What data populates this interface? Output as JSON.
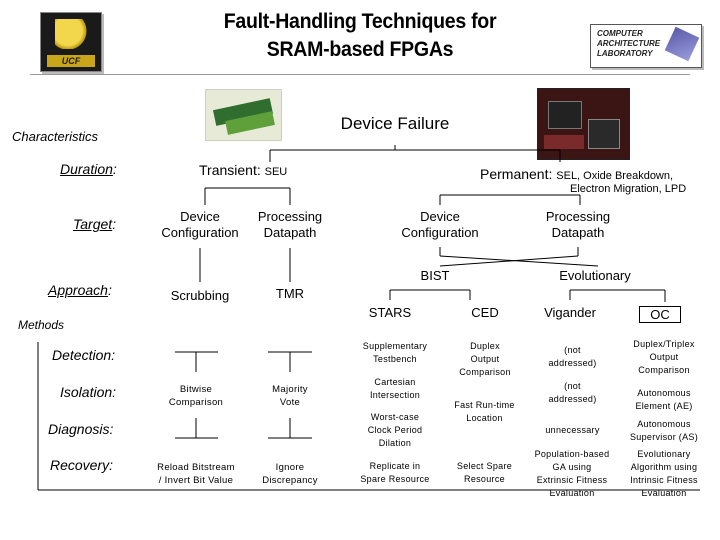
{
  "title": {
    "line1": "Fault-Handling Techniques for",
    "line2": "SRAM-based FPGAs"
  },
  "logos": {
    "left_text": "UCF",
    "right_line1": "COMPUTER",
    "right_line2": "ARCHITECTURE",
    "right_line3": "LABORATORY"
  },
  "device_failure": "Device Failure",
  "characteristics": {
    "heading": "Characteristics",
    "duration": "Duration",
    "target": "Target",
    "approach": "Approach",
    "colon": ":"
  },
  "transient": {
    "label": "Transient:",
    "detail": "SEU"
  },
  "permanent": {
    "label": "Permanent:",
    "detail1": "SEL, Oxide Breakdown,",
    "detail2": "Electron Migration, LPD"
  },
  "targets": {
    "t_device_1": "Device",
    "t_device_2": "Configuration",
    "t_proc_1": "Processing",
    "t_proc_2": "Datapath",
    "p_device_1": "Device",
    "p_device_2": "Configuration",
    "p_proc_1": "Processing",
    "p_proc_2": "Datapath"
  },
  "approaches": {
    "scrubbing": "Scrubbing",
    "tmr": "TMR",
    "bist": "BIST",
    "evolutionary": "Evolutionary"
  },
  "methods": {
    "heading": "Methods",
    "detection": "Detection:",
    "isolation": "Isolation:",
    "diagnosis": "Diagnosis:",
    "recovery": "Recovery:"
  },
  "techniques": {
    "stars": "STARS",
    "ced": "CED",
    "vigander": "Vigander",
    "oc": "OC"
  },
  "cells": {
    "scrub_isolation_1": "Bitwise",
    "scrub_isolation_2": "Comparison",
    "scrub_recovery_1": "Reload Bitstream",
    "scrub_recovery_2": "/ Invert Bit Value",
    "tmr_isolation_1": "Majority",
    "tmr_isolation_2": "Vote",
    "tmr_recovery_1": "Ignore",
    "tmr_recovery_2": "Discrepancy",
    "stars_detection_1": "Supplementary",
    "stars_detection_2": "Testbench",
    "stars_isolation_1": "Cartesian",
    "stars_isolation_2": "Intersection",
    "stars_diagnosis_1": "Worst-case",
    "stars_diagnosis_2": "Clock Period",
    "stars_diagnosis_3": "Dilation",
    "stars_recovery_1": "Replicate in",
    "stars_recovery_2": "Spare Resource",
    "ced_detection_1": "Duplex",
    "ced_detection_2": "Output",
    "ced_detection_3": "Comparison",
    "ced_isolation_1": "Fast Run-time",
    "ced_isolation_2": "Location",
    "ced_recovery_1": "Select Spare",
    "ced_recovery_2": "Resource",
    "vig_detection_1": "(not",
    "vig_detection_2": "addressed)",
    "vig_isolation_1": "(not",
    "vig_isolation_2": "addressed)",
    "vig_diagnosis": "unnecessary",
    "vig_recovery_1": "Population-based",
    "vig_recovery_2": "GA using",
    "vig_recovery_3": "Extrinsic Fitness",
    "vig_recovery_4": "Evaluation",
    "oc_detection_1": "Duplex/Triplex",
    "oc_detection_2": "Output",
    "oc_detection_3": "Comparison",
    "oc_isolation_1": "Autonomous",
    "oc_isolation_2": "Element (AE)",
    "oc_diagnosis_1": "Autonomous",
    "oc_diagnosis_2": "Supervisor (AS)",
    "oc_recovery_1": "Evolutionary",
    "oc_recovery_2": "Algorithm using",
    "oc_recovery_3": "Intrinsic Fitness",
    "oc_recovery_4": "Evaluation"
  }
}
